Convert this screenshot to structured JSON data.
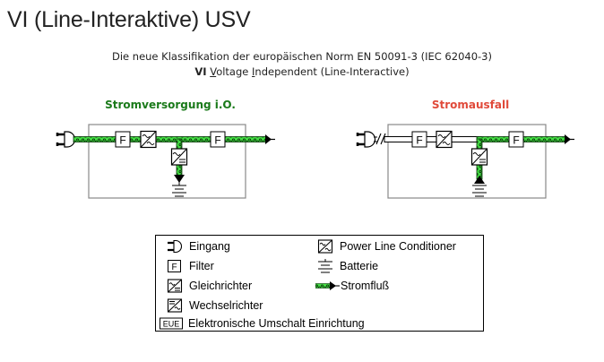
{
  "page": {
    "title": "VI (Line-Interaktive) USV",
    "subtitle_line1": "Die neue Klassifikation der europäischen Norm EN 50091-3 (IEC 62040-3)",
    "subtitle_line2": {
      "prefix": "VI",
      "v_letter": "V",
      "v_rest": "oltage",
      "i_letter": "I",
      "i_rest": "ndependent",
      "suffix": "(Line-Interactive)"
    }
  },
  "diagrams": [
    {
      "title": "Stromversorgung i.O.",
      "title_color": "#1a7a1a",
      "state": "normal",
      "input_connected": true,
      "battery_flow": "charging"
    },
    {
      "title": "Stromausfall",
      "title_color": "#e04a3a",
      "state": "power-failure",
      "input_connected": false,
      "battery_flow": "discharging"
    }
  ],
  "components": {
    "filter_label": "F",
    "eue_label": "EUE"
  },
  "legend": {
    "items": [
      {
        "icon": "plug-icon",
        "label": "Eingang"
      },
      {
        "icon": "filter-icon",
        "label": "Filter"
      },
      {
        "icon": "rectifier-icon",
        "label": "Gleichrichter"
      },
      {
        "icon": "inverter-icon",
        "label": "Wechselrichter"
      },
      {
        "icon": "eue-icon",
        "label": "Elektronische Umschalt Einrichtung"
      },
      {
        "icon": "power-line-conditioner-icon",
        "label": "Power Line Conditioner"
      },
      {
        "icon": "battery-icon",
        "label": "Batterie"
      },
      {
        "icon": "current-flow-icon",
        "label": "Stromfluß"
      }
    ]
  },
  "colors": {
    "flow_green": "#44dd44",
    "flow_dark": "#0a3a0a",
    "box_border": "#888888",
    "ok_title": "#1a7a1a",
    "fail_title": "#e04a3a"
  }
}
